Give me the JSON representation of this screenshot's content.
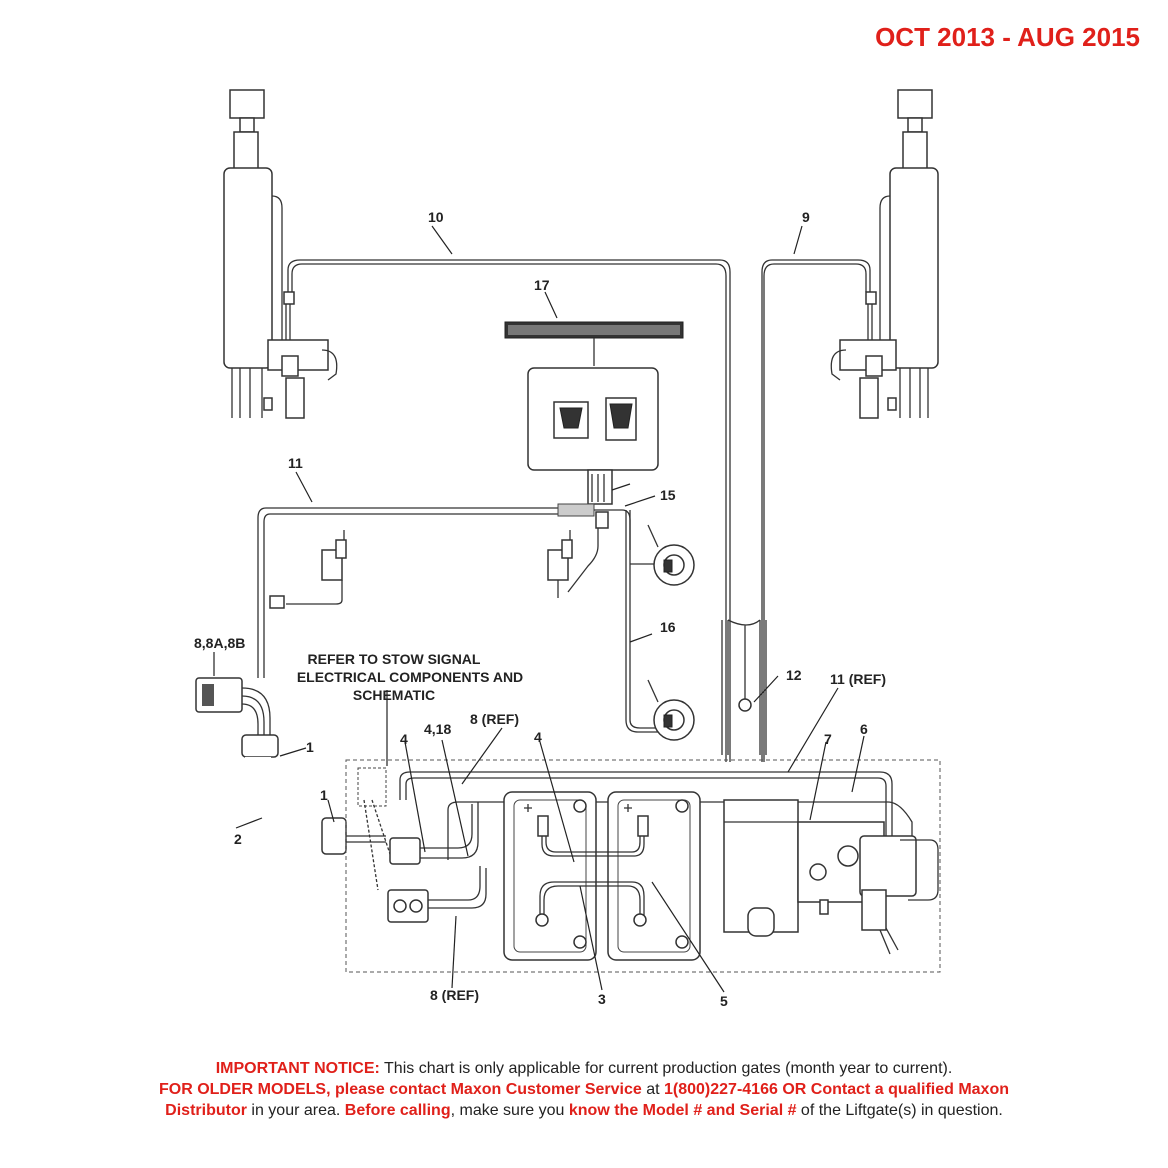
{
  "header": {
    "date_range": "OCT 2013 - AUG 2015"
  },
  "callouts": {
    "c10": "10",
    "c9": "9",
    "c17": "17",
    "c11": "11",
    "c15": "15",
    "c8": "8,8A,8B",
    "c16": "16",
    "c12": "12",
    "c11ref": "11 (REF)",
    "c1a": "1",
    "c1b": "1",
    "c2": "2",
    "c4a": "4",
    "c418": "4,18",
    "c8ref_top": "8 (REF)",
    "c4b": "4",
    "c7": "7",
    "c6": "6",
    "c8ref_bot": "8 (REF)",
    "c3": "3",
    "c5": "5"
  },
  "stow_note": {
    "line1": "REFER TO STOW SIGNAL",
    "line2": "ELECTRICAL COMPONENTS AND",
    "line3": "SCHEMATIC"
  },
  "notice": {
    "l1_bold": "IMPORTANT NOTICE:",
    "l1_text": " This chart is only applicable for current production gates (month year to current).",
    "l2_bold": "FOR OLDER MODELS, please contact Maxon Customer Service",
    "l2_text": " at ",
    "l2_phone": "1(800)227-4166 OR Contact a qualified Maxon",
    "l3_bold1": "Distributor",
    "l3_t1": " in your area. ",
    "l3_bold2": "Before calling",
    "l3_t2": ", make sure you ",
    "l3_bold3": "know the Model # and Serial #",
    "l3_t3": " of the Liftgate(s) in question."
  }
}
